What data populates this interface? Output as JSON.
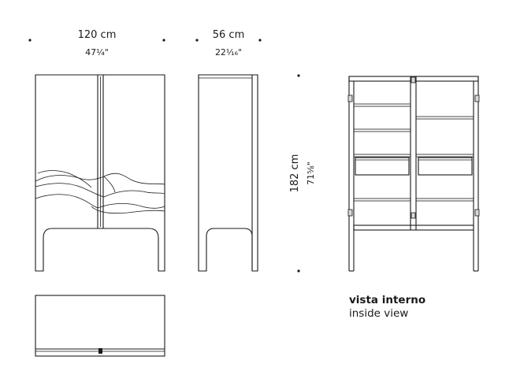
{
  "dimensions": {
    "width_cm": "120 cm",
    "width_in": "47¼\"",
    "depth_cm": "56 cm",
    "depth_in": "22¹⁄₁₆\"",
    "height_cm": "182 cm",
    "height_in": "71⁵⁄₈\""
  },
  "caption": {
    "main": "vista interno",
    "sub": "inside view"
  }
}
